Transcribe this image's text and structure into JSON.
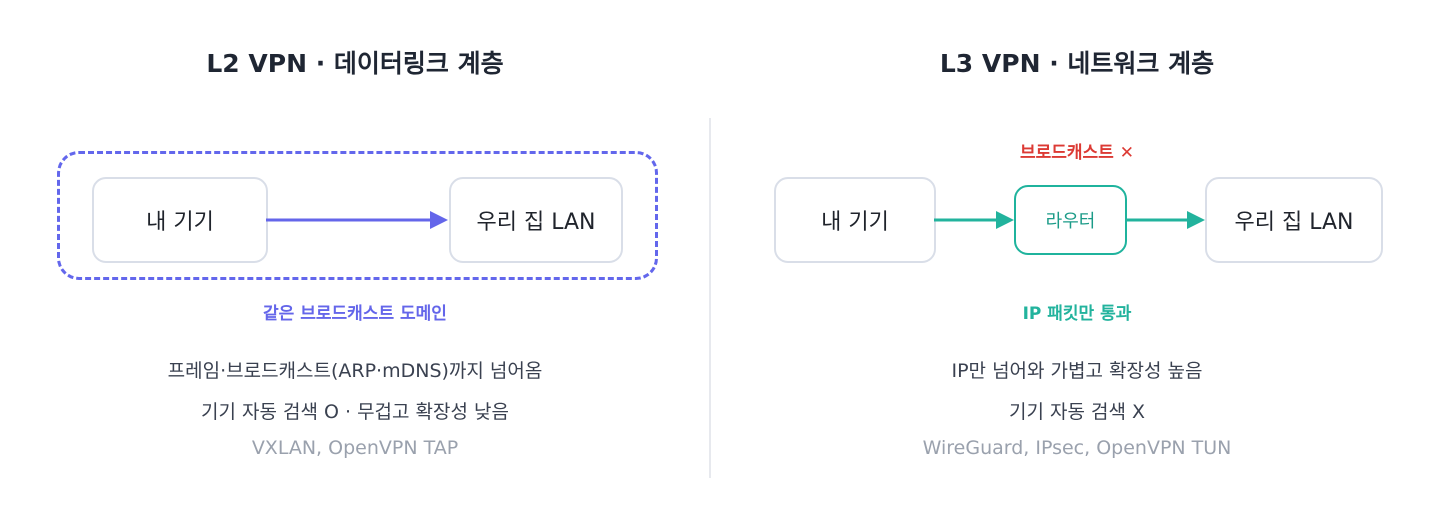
{
  "left": {
    "title": "L2 VPN · 데이터링크 계층",
    "device_label": "내 기기",
    "lan_label": "우리 집 LAN",
    "domain_caption": "같은 브로드캐스트 도메인",
    "desc_line1": "프레임·브로드캐스트(ARP·mDNS)까지 넘어옴",
    "desc_line2": "기기 자동 검색 O · 무겁고 확장성 낮음",
    "examples": "VXLAN, OpenVPN TAP"
  },
  "right": {
    "title": "L3 VPN · 네트워크 계층",
    "broadcast_caption": "브로드캐스트 ✕",
    "device_label": "내 기기",
    "router_label": "라우터",
    "lan_label": "우리 집 LAN",
    "packet_caption": "IP 패킷만 통과",
    "desc_line1": "IP만 넘어와 가볍고 확장성 높음",
    "desc_line2": "기기 자동 검색 X",
    "examples": "WireGuard, IPsec, OpenVPN TUN"
  },
  "colors": {
    "l2_accent": "#6466ea",
    "l3_accent": "#22b39d",
    "blocked": "#dc3a34",
    "node_border": "#d9dee8"
  }
}
